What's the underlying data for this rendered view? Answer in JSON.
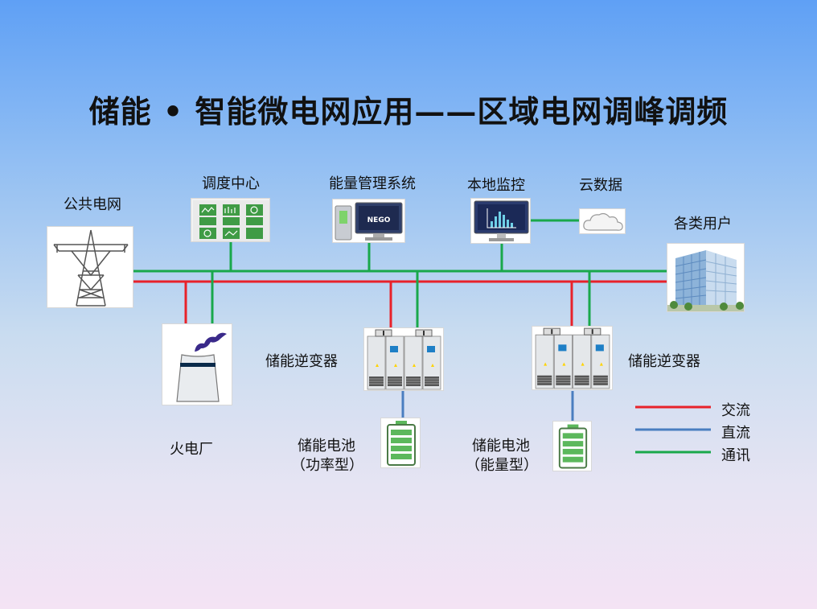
{
  "title": "储能 • 智能微电网应用——区域电网调峰调频",
  "labels": {
    "public_grid": "公共电网",
    "dispatch_center": "调度中心",
    "ems": "能量管理系统",
    "local_monitor": "本地监控",
    "cloud_data": "云数据",
    "users": "各类用户",
    "thermal_plant": "火电厂",
    "inverter_left": "储能逆变器",
    "inverter_right": "储能逆变器",
    "battery_power_line1": "储能电池",
    "battery_power_line2": "（功率型）",
    "battery_energy_line1": "储能电池",
    "battery_energy_line2": "（能量型）",
    "ems_screen_brand": "NEGO"
  },
  "legend": [
    {
      "label": "交流",
      "color": "#e8222a"
    },
    {
      "label": "直流",
      "color": "#4a7ec0"
    },
    {
      "label": "通讯",
      "color": "#19a84b"
    }
  ],
  "colors": {
    "ac": "#e8222a",
    "dc": "#4a7ec0",
    "comm": "#19a84b"
  }
}
